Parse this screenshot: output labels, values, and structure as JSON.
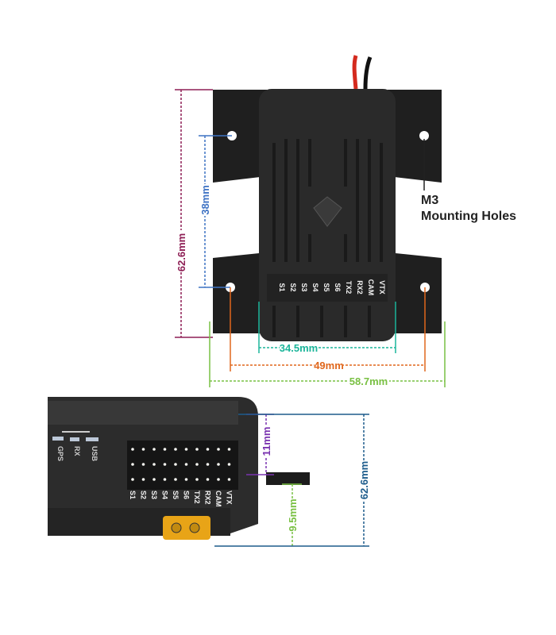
{
  "top_view": {
    "ports": [
      "S1",
      "S2",
      "S3",
      "S4",
      "S5",
      "S6",
      "TX2",
      "RX2",
      "CAM",
      "VTX"
    ],
    "annotation": {
      "line1": "M3",
      "line2": "Mounting Holes"
    },
    "dimensions": {
      "height_total": "62.6mm",
      "hole_spacing_vertical": "38mm",
      "body_width": "34.5mm",
      "hole_spacing_horizontal": "49mm",
      "width_total": "58.7mm"
    }
  },
  "side_view": {
    "ports": [
      "S1",
      "S2",
      "S3",
      "S4",
      "S5",
      "S6",
      "TX2",
      "RX2",
      "CAM",
      "VTX"
    ],
    "side_ports": [
      "GPS",
      "RX",
      "USB"
    ],
    "dimensions": {
      "body_height": "11mm",
      "connector_height": "9.5mm",
      "length_total": "62.6mm"
    }
  },
  "colors": {
    "height_total": "#8e1f55",
    "hole_vertical": "#3f73c4",
    "body_width": "#1bb59a",
    "hole_horizontal": "#e0671c",
    "width_total": "#79c043",
    "body_height": "#7a33b0",
    "connector_height": "#79c043",
    "length_total": "#1d5c8c"
  }
}
